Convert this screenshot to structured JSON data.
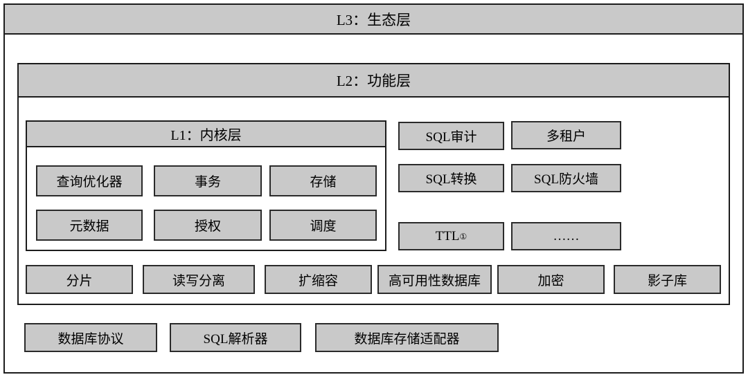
{
  "colors": {
    "box_fill": "#c9c9c9",
    "border": "#1c1c1c",
    "background": "#ffffff"
  },
  "l3": {
    "title": "L3：生态层",
    "adapters": [
      "数据库协议",
      "SQL解析器",
      "数据库存储适配器"
    ]
  },
  "l2": {
    "title": "L2：功能层",
    "features": [
      "分片",
      "读写分离",
      "扩缩容",
      "高可用性数据库",
      "加密",
      "影子库"
    ]
  },
  "l1": {
    "title": "L1：内核层",
    "modules": [
      "查询优化器",
      "事务",
      "存储",
      "元数据",
      "授权",
      "调度"
    ]
  },
  "plugins": {
    "row1": [
      "SQL审计",
      "多租户"
    ],
    "row2": [
      "SQL转换",
      "SQL防火墙"
    ],
    "ttl": {
      "label": "TTL",
      "sup": "①"
    },
    "ellipsis": "……"
  }
}
